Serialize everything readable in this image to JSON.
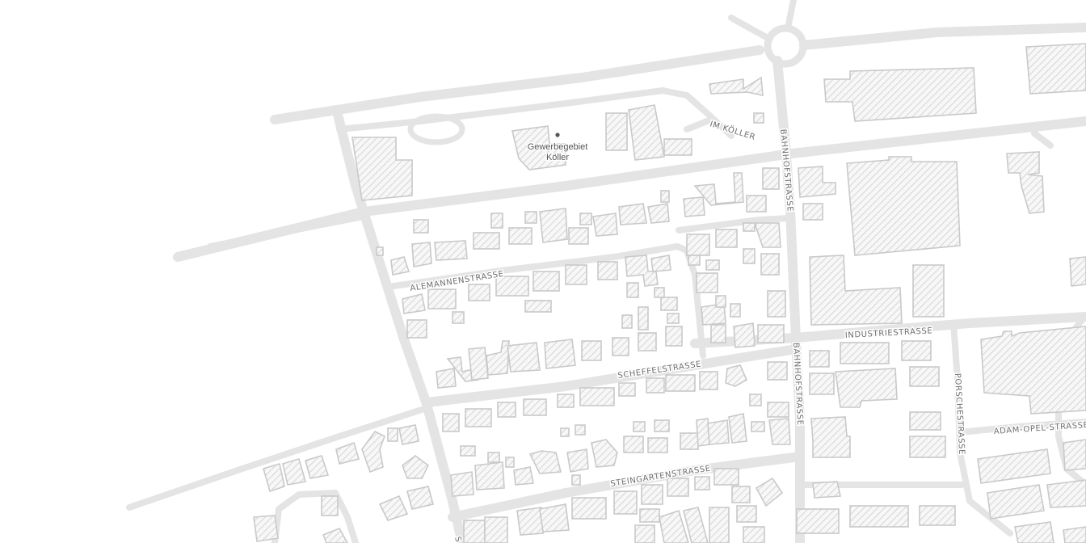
{
  "map": {
    "colors": {
      "background": "#ffffff",
      "road": "#e4e4e4",
      "building_stroke": "#c9c9c9",
      "building_hatch": "#d4d4d4",
      "label": "#6e6e6e"
    },
    "poi": {
      "icon": "dot-marker-icon",
      "line1": "Gewerbegebiet",
      "line2": "Köller"
    },
    "streets": {
      "im_koller": "IM KÖLLER",
      "bahnhofstrasse": "BAHNHOFSTRASSE",
      "alemannenstrasse": "ALEMANNENSTRASSE",
      "industriestrasse": "INDUSTRIESTRASSE",
      "scheffelstrasse": "SCHEFFELSTRASSE",
      "porschestrasse": "PORSCHESTRASSE",
      "adam_opel_strasse": "ADAM-OPEL-STRASSE",
      "steingartenstrasse": "STEINGARTENSTRASSE",
      "partial_s": "S"
    }
  }
}
